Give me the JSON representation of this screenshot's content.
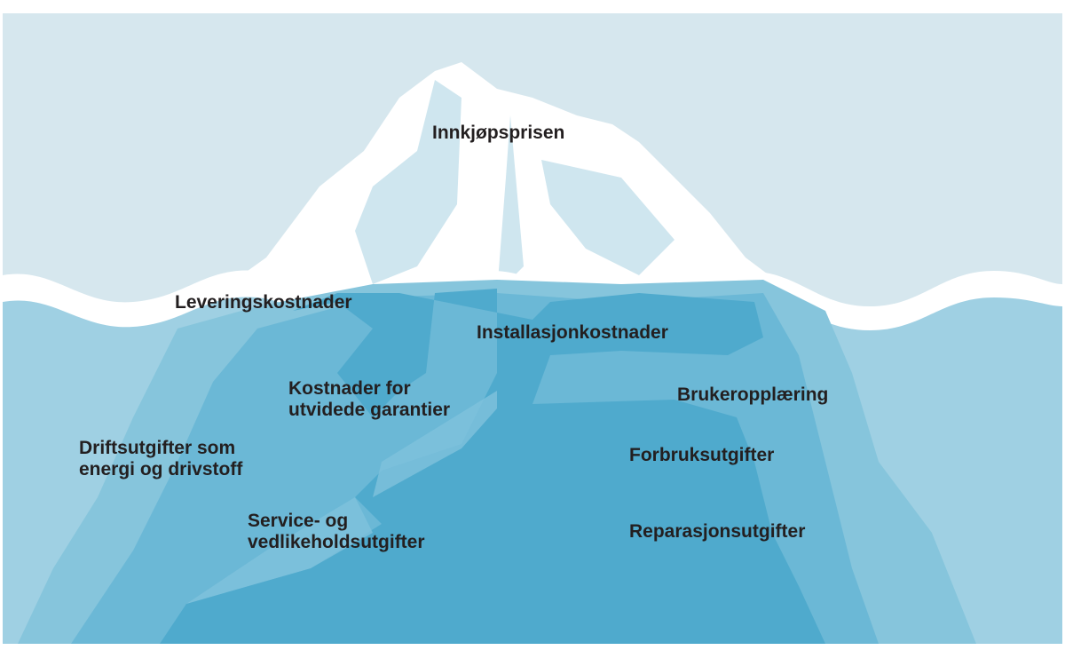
{
  "colors": {
    "sky": "#d6e7ee",
    "ice_top": "#ffffff",
    "ice_shade": "#cfe6ef",
    "water_light": "#9fd0e3",
    "water_mid": "#7fc1da",
    "water_deep": "#4faacd",
    "text": "#231f20"
  },
  "labels": {
    "purchase_price": "Innkjøpsprisen",
    "delivery": "Leveringskostnader",
    "installation": "Installasjonkostnader",
    "warranty_l1": "Kostnader for",
    "warranty_l2": "utvidede garantier",
    "training": "Brukeropplæring",
    "operating_l1": "Driftsutgifter som",
    "operating_l2": "energi og drivstoff",
    "consumables": "Forbruksutgifter",
    "service_l1": "Service- og",
    "service_l2": "vedlikeholdsutgifter",
    "repair": "Reparasjonsutgifter"
  }
}
